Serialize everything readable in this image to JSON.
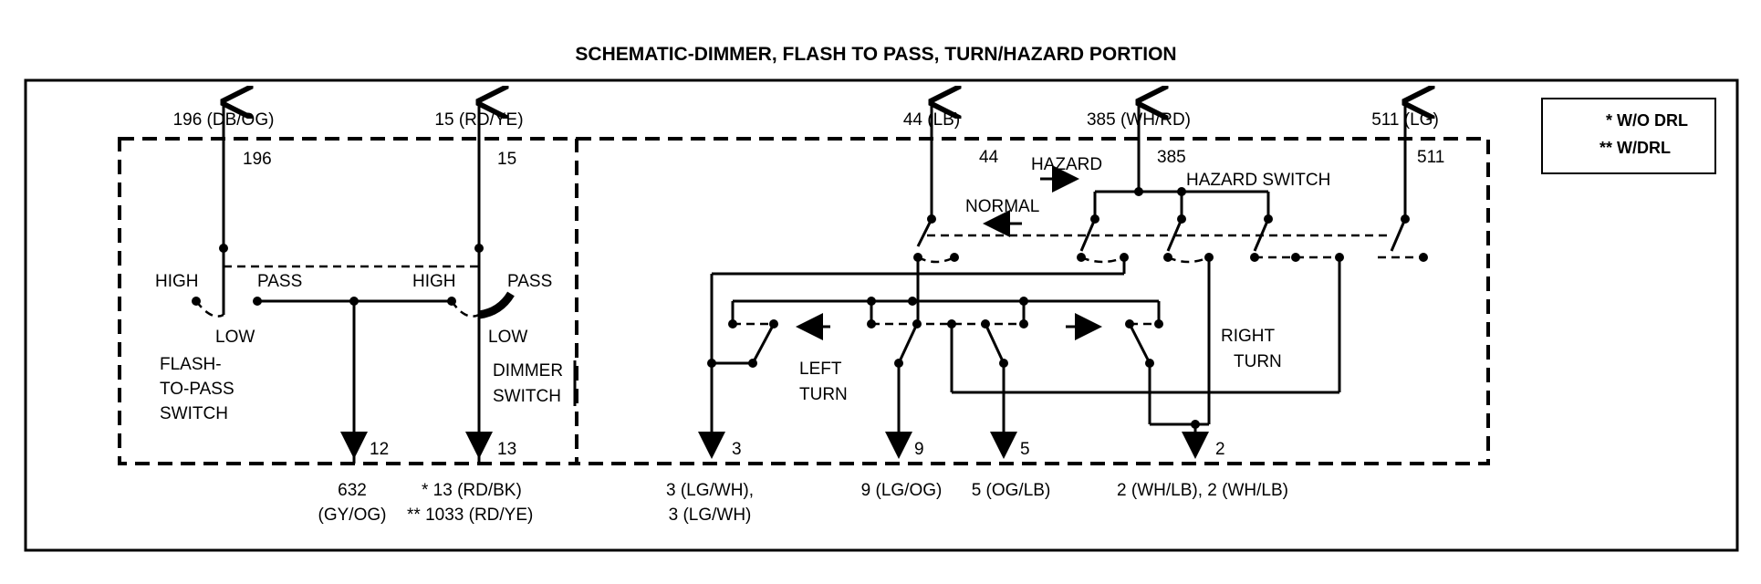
{
  "title": "SCHEMATIC-DIMMER, FLASH TO PASS, TURN/HAZARD PORTION",
  "legend": {
    "line1": "* W/O DRL",
    "line2": "** W/DRL"
  },
  "top_circuits": {
    "c196": "196 (DB/OG)",
    "c15": "15 (RD/YE)",
    "c44": "44 (LB)",
    "c385": "385 (WH/RD)",
    "c511": "511 (LG)"
  },
  "pins": {
    "p196": "196",
    "p15": "15",
    "p44": "44",
    "p385": "385",
    "p511": "511",
    "p12": "12",
    "p13": "13",
    "p3": "3",
    "p9": "9",
    "p5": "5",
    "p2": "2"
  },
  "labels": {
    "high_left": "HIGH",
    "pass_left": "PASS",
    "high_mid": "HIGH",
    "pass_right": "PASS",
    "low_left": "LOW",
    "low_right": "LOW",
    "ftp_1": "FLASH-",
    "ftp_2": "TO-PASS",
    "ftp_3": "SWITCH",
    "dim_1": "DIMMER",
    "dim_2": "SWITCH",
    "hazard": "HAZARD",
    "normal": "NORMAL",
    "hazard_switch": "HAZARD SWITCH",
    "left_1": "LEFT",
    "left_2": "TURN",
    "right_1": "RIGHT",
    "right_2": "TURN"
  },
  "bottom_circuits": {
    "c632_1": "632",
    "c632_2": "(GY/OG)",
    "c13_1": "* 13 (RD/BK)",
    "c13_2": "** 1033 (RD/YE)",
    "c3_1": "3 (LG/WH),",
    "c3_2": "3 (LG/WH)",
    "c9": "9 (LG/OG)",
    "c5": "5 (OG/LB)",
    "c2": "2 (WH/LB), 2 (WH/LB)"
  }
}
